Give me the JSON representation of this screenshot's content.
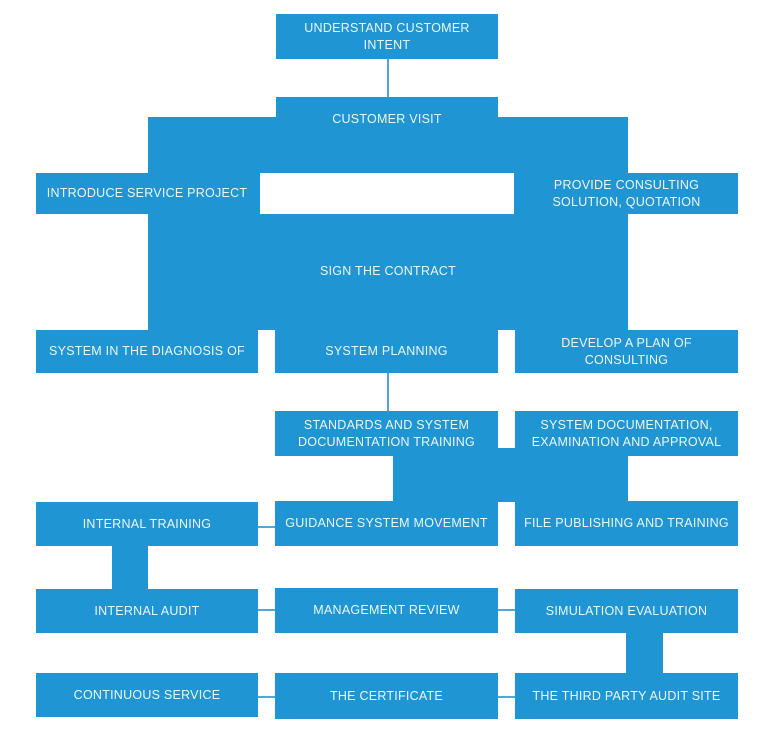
{
  "colors": {
    "box_blue": "#2095D3",
    "line_blue": "#4FA8DC",
    "canvas_background": "#FFFFFF",
    "box_text": "rgba(255,255,255,0.92)"
  },
  "nodes": [
    {
      "id": "understand-customer-intent",
      "label": "UNDERSTAND CUSTOMER INTENT"
    },
    {
      "id": "customer-visit",
      "label": "CUSTOMER VISIT"
    },
    {
      "id": "introduce-service-project",
      "label": "INTRODUCE SERVICE PROJECT"
    },
    {
      "id": "provide-consulting-solution-quotation",
      "label": "PROVIDE CONSULTING SOLUTION, QUOTATION"
    },
    {
      "id": "sign-the-contract",
      "label": "SIGN THE CONTRACT"
    },
    {
      "id": "system-in-the-diagnosis-of",
      "label": "SYSTEM IN THE DIAGNOSIS OF"
    },
    {
      "id": "system-planning",
      "label": "SYSTEM PLANNING"
    },
    {
      "id": "develop-a-plan-of-consulting",
      "label": "DEVELOP A PLAN OF CONSULTING"
    },
    {
      "id": "standards-and-system-documentation-training",
      "label": "STANDARDS AND SYSTEM DOCUMENTATION TRAINING"
    },
    {
      "id": "system-documentation-examination-and-approval",
      "label": "SYSTEM DOCUMENTATION, EXAMINATION AND APPROVAL"
    },
    {
      "id": "internal-training",
      "label": "INTERNAL TRAINING"
    },
    {
      "id": "guidance-system-movement",
      "label": "GUIDANCE SYSTEM MOVEMENT"
    },
    {
      "id": "file-publishing-and-training",
      "label": "FILE PUBLISHING AND TRAINING"
    },
    {
      "id": "internal-audit",
      "label": "INTERNAL AUDIT"
    },
    {
      "id": "management-review",
      "label": "MANAGEMENT REVIEW"
    },
    {
      "id": "simulation-evaluation",
      "label": "SIMULATION EVALUATION"
    },
    {
      "id": "continuous-service",
      "label": "CONTINUOUS SERVICE"
    },
    {
      "id": "the-certificate",
      "label": "THE CERTIFICATE"
    },
    {
      "id": "the-third-party-audit-site",
      "label": "THE THIRD PARTY AUDIT SITE"
    }
  ]
}
